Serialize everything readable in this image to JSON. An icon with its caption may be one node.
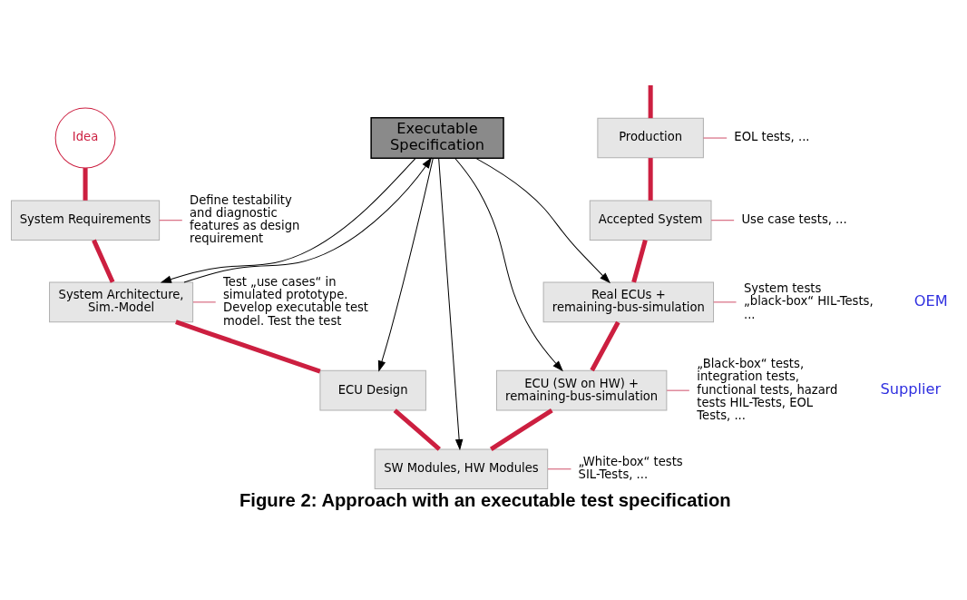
{
  "diagram": {
    "caption": "Figure 2: Approach with an executable test specification",
    "nodes": [
      {
        "text": [
          "Idea"
        ]
      },
      {
        "text": [
          "Executable Specification"
        ]
      },
      {
        "text": [
          "Production"
        ]
      },
      {
        "text": [
          "System Requirements"
        ]
      },
      {
        "text": [
          "Accepted System"
        ]
      },
      {
        "text": [
          "System Architecture, Sim.-Model"
        ]
      },
      {
        "text": [
          "Real ECUs + remaining-bus-simulation"
        ]
      },
      {
        "text": [
          "ECU Design"
        ]
      },
      {
        "text": [
          "ECU (SW on HW) + remaining-bus-simulation"
        ]
      },
      {
        "text": [
          "SW Modules, HW Modules"
        ]
      },
      {
        "text": [
          "Define testability and diagnostic features as design requirement"
        ]
      },
      {
        "text": [
          "Test „use cases“ in simulated prototype. Develop executable test model. Test the test"
        ]
      },
      {
        "text": [
          "EOL tests, ..."
        ]
      },
      {
        "text": [
          "Use case tests, ..."
        ]
      },
      {
        "text": [
          "System tests „black-box“ HIL-Tests, ..."
        ]
      },
      {
        "text": [
          "„Black-box“ tests, integration tests, functional tests, hazard tests HIL-Tests, EOL Tests, ..."
        ]
      },
      {
        "text": [
          "„White-box“ tests SIL-Tests, ..."
        ]
      }
    ],
    "edges": [
      {
        "from": 0,
        "to": 3,
        "arrow": "none",
        "style": "thick",
        "color": "#cc1f40"
      },
      {
        "from": 3,
        "to": 5,
        "arrow": "none",
        "style": "thick",
        "color": "#cc1f40"
      },
      {
        "from": 5,
        "to": 7,
        "arrow": "none",
        "style": "thick",
        "color": "#cc1f40"
      },
      {
        "from": 7,
        "to": 9,
        "arrow": "none",
        "style": "thick",
        "color": "#cc1f40"
      },
      {
        "from": 9,
        "to": 8,
        "arrow": "none",
        "style": "thick",
        "color": "#cc1f40"
      },
      {
        "from": 8,
        "to": 6,
        "arrow": "none",
        "style": "thick",
        "color": "#cc1f40"
      },
      {
        "from": 6,
        "to": 4,
        "arrow": "none",
        "style": "thick",
        "color": "#cc1f40"
      },
      {
        "from": 4,
        "to": 2,
        "arrow": "none",
        "style": "thick",
        "color": "#cc1f40"
      },
      {
        "from": 2,
        "to": null,
        "arrow": "none",
        "style": "thick",
        "color": "#cc1f40"
      },
      {
        "from": 1,
        "to": 5,
        "arrow": "to",
        "color": "#000000"
      },
      {
        "from": 5,
        "to": 1,
        "arrow": "to",
        "color": "#000000"
      },
      {
        "from": 1,
        "to": 7,
        "arrow": "to",
        "color": "#000000"
      },
      {
        "from": 1,
        "to": 9,
        "arrow": "to",
        "color": "#000000"
      },
      {
        "from": 1,
        "to": 8,
        "arrow": "to",
        "color": "#000000"
      },
      {
        "from": 1,
        "to": 6,
        "arrow": "to",
        "color": "#000000"
      },
      {
        "from": 10,
        "to": 3,
        "arrow": "none",
        "color": "#d0506a"
      },
      {
        "from": 11,
        "to": 5,
        "arrow": "none",
        "color": "#d0506a"
      },
      {
        "from": 12,
        "to": 2,
        "arrow": "none",
        "color": "#d0506a"
      },
      {
        "from": 13,
        "to": 4,
        "arrow": "none",
        "color": "#d0506a"
      },
      {
        "from": 14,
        "to": 6,
        "arrow": "none",
        "color": "#d0506a"
      },
      {
        "from": 15,
        "to": 8,
        "arrow": "none",
        "color": "#d0506a"
      },
      {
        "from": 16,
        "to": 9,
        "arrow": "none",
        "color": "#d0506a"
      }
    ],
    "labels": [
      "OEM",
      "Supplier"
    ]
  }
}
